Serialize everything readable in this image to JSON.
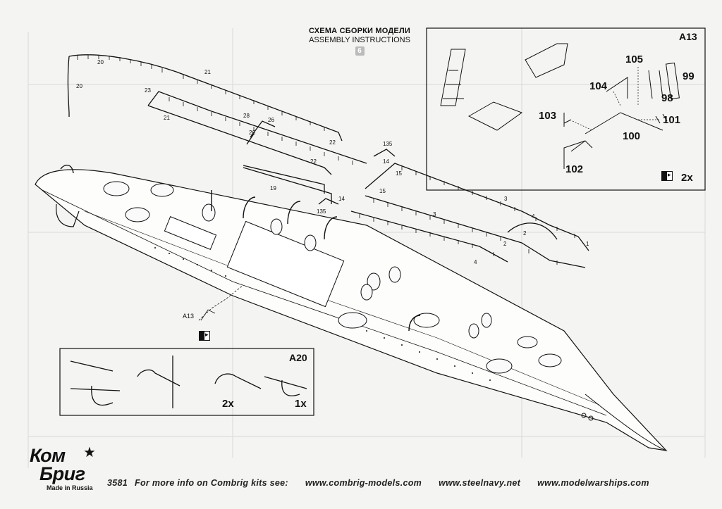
{
  "header": {
    "title_ru": "СХЕМА СБОРКИ МОДЕЛИ",
    "title_en": "ASSEMBLY INSTRUCTIONS",
    "page_number": "6"
  },
  "part_labels": {
    "p20": "20",
    "p21": "21",
    "p23": "23",
    "p22": "22",
    "p26": "26",
    "p28": "28",
    "p19": "19",
    "p135": "135",
    "p14": "14",
    "p15": "15",
    "p3": "3",
    "p4": "4",
    "p2": "2",
    "p1": "1"
  },
  "inset_a13": {
    "title": "A13",
    "labels": {
      "p105": "105",
      "p99": "99",
      "p104": "104",
      "p98": "98",
      "p103": "103",
      "p101": "101",
      "p100": "100",
      "p102": "102"
    },
    "quantity": "2x"
  },
  "inset_a20": {
    "title": "A20",
    "quantity_left": "2x",
    "quantity_right": "1x"
  },
  "callout_a13": {
    "label": "A13"
  },
  "brand": {
    "line1": "Ком",
    "line2": "Бриг",
    "tagline": "Made in Russia"
  },
  "footer": {
    "kit_number": "3581",
    "info_text": "For more info on Combrig kits see:",
    "url1": "www.combrig-models.com",
    "url2": "www.steelnavy.net",
    "url3": "www.modelwarships.com"
  }
}
